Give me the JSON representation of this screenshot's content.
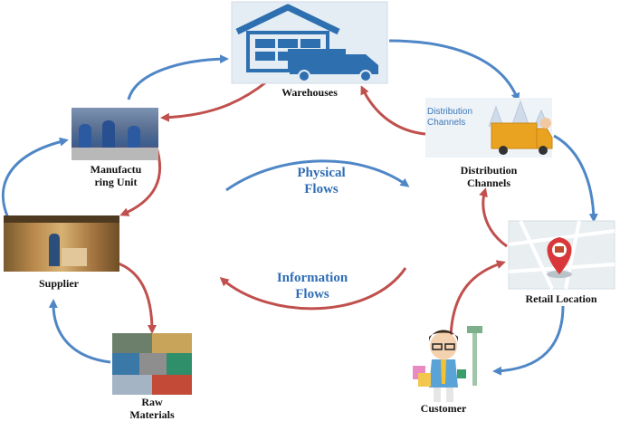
{
  "nodes": {
    "warehouses": {
      "label": "Warehouses"
    },
    "distribution": {
      "label_line1": "Distribution",
      "label_line2": "Channels",
      "sign_line1": "Distribution",
      "sign_line2": "Channels"
    },
    "retail": {
      "label": "Retail Location"
    },
    "customer": {
      "label": "Customer"
    },
    "raw_materials": {
      "label_line1": "Raw",
      "label_line2": "Materials"
    },
    "supplier": {
      "label": "Supplier"
    },
    "manufacturing": {
      "label_line1": "Manufactu",
      "label_line2": "ring Unit"
    }
  },
  "center": {
    "physical": {
      "line1": "Physical",
      "line2": "Flows"
    },
    "information": {
      "line1": "Information",
      "line2": "Flows"
    }
  },
  "colors": {
    "physical_arrow": "#4f87c6",
    "information_arrow": "#c0504d",
    "warehouse_icon": "#2e6fb0",
    "label_blue": "#2f6db5"
  }
}
